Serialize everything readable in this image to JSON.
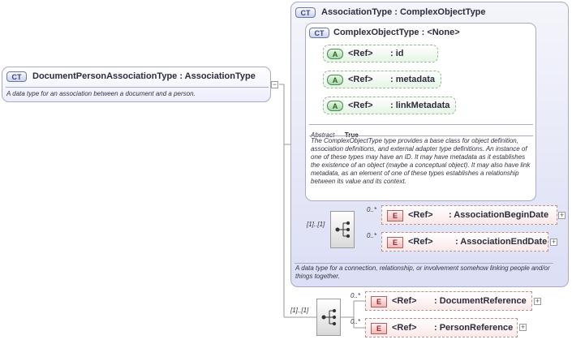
{
  "root": {
    "badge": "CT",
    "title": "DocumentPersonAssociationType : AssociationType",
    "description": "A data type for an association between a document and a person."
  },
  "association_type": {
    "badge": "CT",
    "title": "AssociationType : ComplexObjectType",
    "description": "A data type for a connection, relationship, or involvement somehow linking people and/or things together."
  },
  "complex_object_type": {
    "badge": "CT",
    "title": "ComplexObjectType : <None>",
    "attributes": [
      {
        "badge": "A",
        "ref": "<Ref>",
        "name": ": id"
      },
      {
        "badge": "A",
        "ref": "<Ref>",
        "name": ": metadata"
      },
      {
        "badge": "A",
        "ref": "<Ref>",
        "name": ": linkMetadata"
      }
    ],
    "abstract_label": "Abstract",
    "abstract_value": "True",
    "description": "The ComplexObjectType type provides a base class for object definition, association definitions, and external adapter type definitions. An instance of one of these types may have an ID. It may have metadata as it establishes the existence of an object (maybe a conceptual object). It may also have link metadata, as an element of one of these types establishes a relationship between its value and its context."
  },
  "association_sequence": {
    "cardinality": "[1]..[1]",
    "elements": [
      {
        "badge": "E",
        "ref": "<Ref>",
        "name": ": AssociationBeginDate",
        "cardinality": "0..*"
      },
      {
        "badge": "E",
        "ref": "<Ref>",
        "name": ": AssociationEndDate",
        "cardinality": "0..*"
      }
    ]
  },
  "root_sequence": {
    "cardinality": "[1]..[1]",
    "elements": [
      {
        "badge": "E",
        "ref": "<Ref>",
        "name": ": DocumentReference",
        "cardinality": "0..*"
      },
      {
        "badge": "E",
        "ref": "<Ref>",
        "name": ": PersonReference",
        "cardinality": "0..*"
      }
    ]
  }
}
